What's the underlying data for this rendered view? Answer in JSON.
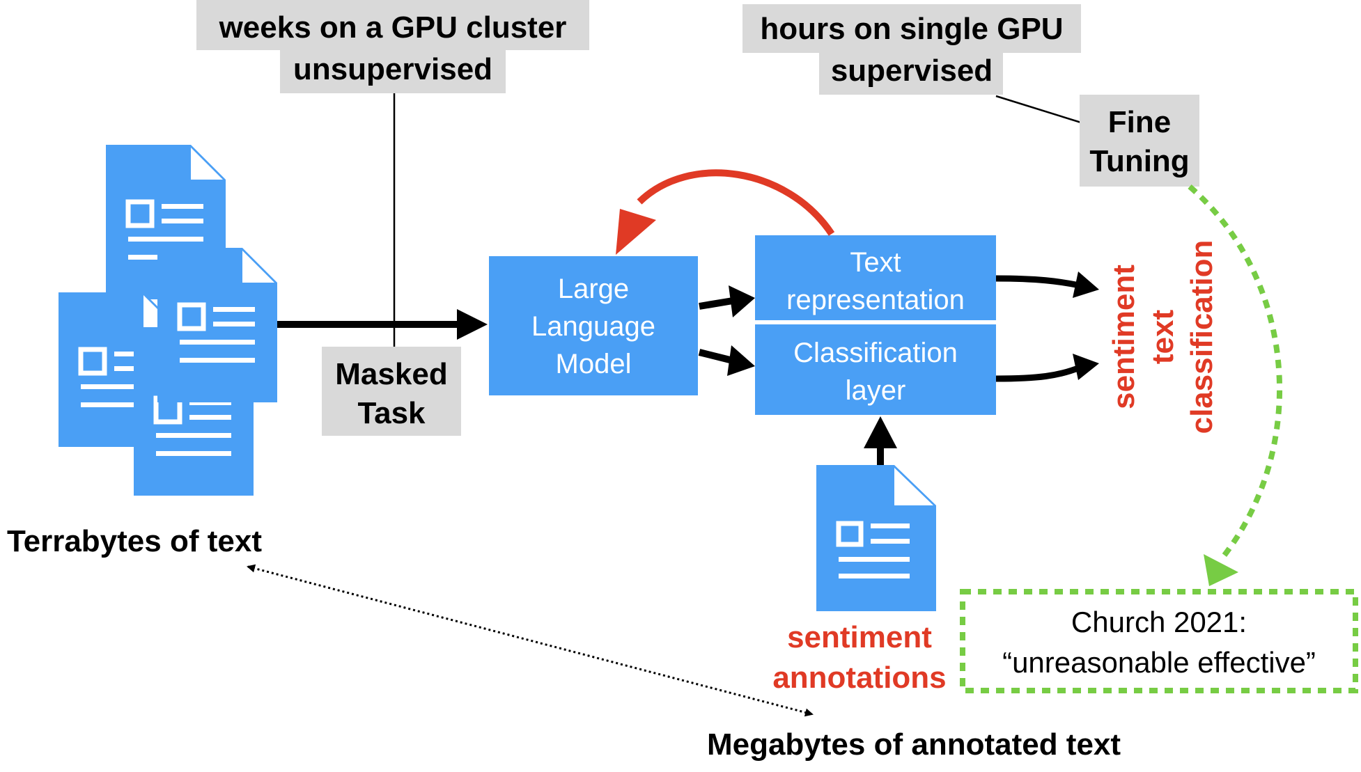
{
  "colors": {
    "document_blue": "#4a9ff5",
    "box_blue": "#4a9ff5",
    "label_gray": "#d9d9d9",
    "accent_red": "#e03a25",
    "feedback_red": "#e03a25",
    "dotted_green": "#77cc44",
    "text_black": "#000000",
    "box_text": "#ffffff"
  },
  "labels": {
    "pretrain_cost": [
      "weeks on a GPU cluster",
      "unsupervised"
    ],
    "finetune_cost": [
      "hours on single GPU",
      "supervised"
    ],
    "fine_tuning": [
      "Fine",
      "Tuning"
    ],
    "masked_task": [
      "Masked",
      "Task"
    ],
    "terabytes": "Terrabytes of text",
    "megabytes": "Megabytes of annotated text",
    "sentiment_annotations": [
      "sentiment",
      "annotations"
    ],
    "outputs": [
      "sentiment",
      "text",
      "classification"
    ],
    "citation": [
      "Church 2021:",
      "“unreasonable effective”"
    ]
  },
  "boxes": {
    "llm": [
      "Large",
      "Language",
      "Model"
    ],
    "text_rep": [
      "Text",
      "representation"
    ],
    "classification": [
      "Classification",
      "layer"
    ]
  },
  "icons": {
    "document": "document-icon",
    "arrow": "arrow-icon"
  }
}
